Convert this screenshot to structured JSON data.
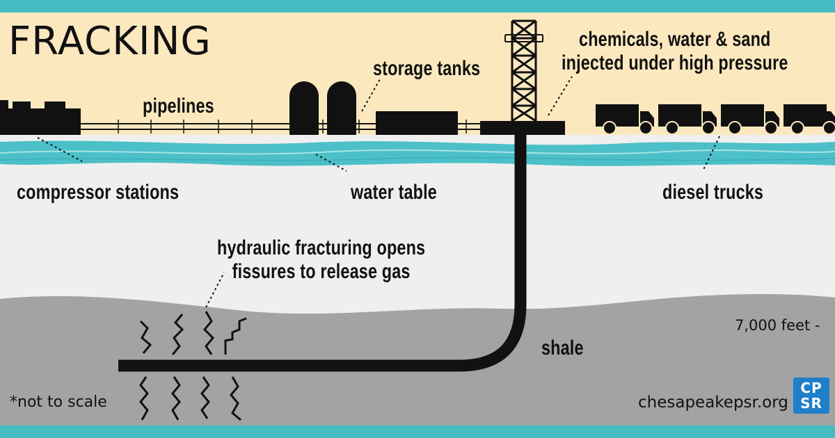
{
  "title": "FRACKING",
  "labels": {
    "pipelines": "pipelines",
    "storage_tanks": "storage tanks",
    "injection": "chemicals, water & sand\ninjected under high pressure",
    "compressor_stations": "compressor stations",
    "water_table": "water table",
    "diesel_trucks": "diesel trucks",
    "fracturing": "hydraulic fracturing opens\nfissures to release gas",
    "shale": "shale",
    "depth": "7,000 feet -",
    "not_to_scale": "*not to scale"
  },
  "footer": {
    "website": "chesapeakepsr.org",
    "logo_line1": "CP",
    "logo_line2": "SR"
  },
  "colors": {
    "frame": "#45bcc4",
    "sky": "#fbe8bf",
    "ground": "#efefef",
    "water": "#4cc0c8",
    "shale": "#a3a3a3",
    "ink": "#111111",
    "logo": "#1f7fc8"
  }
}
